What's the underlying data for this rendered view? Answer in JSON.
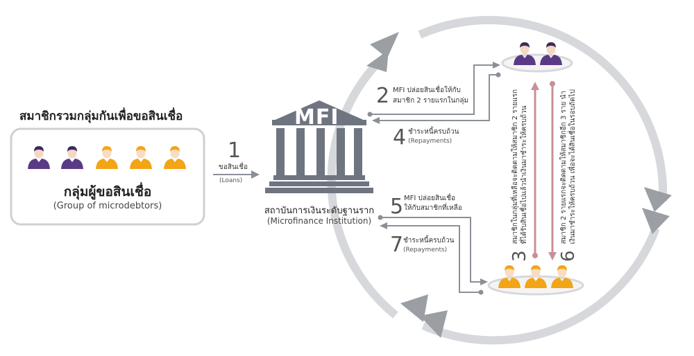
{
  "heading": "สมาชิกรวมกลุ่มกันเพื่อขอสินเชื่อ",
  "group": {
    "title": "กลุ่มผู้ขอสินเชื่อ",
    "subtitle": "(Group of microdebtors)"
  },
  "institution": {
    "logo_text": "MFI",
    "name_th": "สถาบันการเงินระดับฐานราก",
    "name_en": "(Microfinance Institution)"
  },
  "steps": {
    "s1": {
      "num": "1",
      "text": "ขอสินเชื่อ",
      "sub": "(Loans)"
    },
    "s2": {
      "num": "2",
      "line1": "MFI ปล่อยสินเชื่อให้กับ",
      "line2": "สมาชิก 2 รายแรกในกลุ่ม"
    },
    "s3": {
      "num": "3",
      "line1": "สมาชิกในกลุ่มที่เหลือจะติดตามให้สมาชิก 2 รายแรก",
      "line2": "ที่ได้รับสินเชื่อไปแล้วนำเงินมาชำระให้ครบถ้วน"
    },
    "s4": {
      "num": "4",
      "text": "ชำระหนี้ครบถ้วน",
      "sub": "(Repayments)"
    },
    "s5": {
      "num": "5",
      "line1": "MFI ปล่อยสินเชื่อ",
      "line2": "ให้กับสมาชิกที่เหลือ"
    },
    "s6": {
      "num": "6",
      "line1": "สมาชิก 2 รายแรกจะติดตามให้สมาชิกอีก 3 ราย นำ",
      "line2": "เงินมาชำระให้ครบถ้วน เพื่อจะได้สินเชื่อในรอบถัดไป"
    },
    "s7": {
      "num": "7",
      "text": "ชำระหนี้ครบถ้วน",
      "sub": "(Repayments)"
    }
  },
  "colors": {
    "purple": "#5a3a86",
    "orange": "#f2a516",
    "gray": "#8a8f97",
    "pink": "#c98f98",
    "ring": "#d6d8db"
  }
}
